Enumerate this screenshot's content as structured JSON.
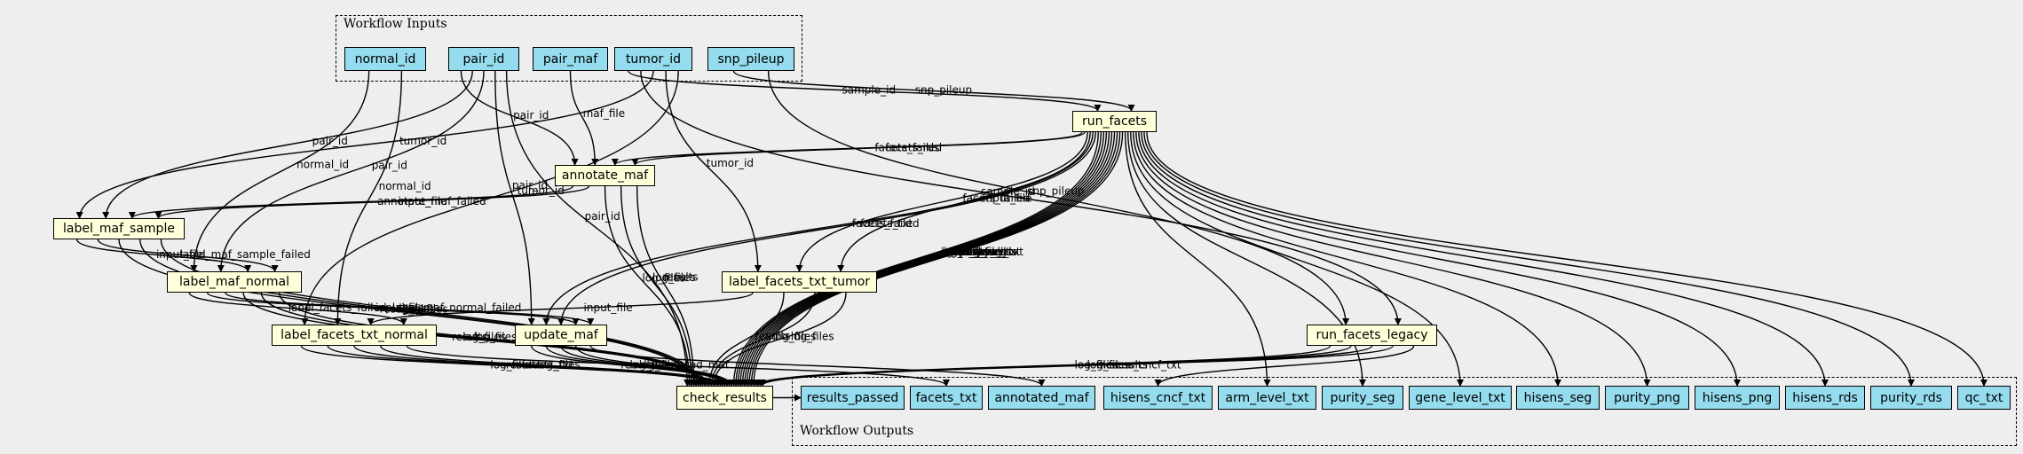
{
  "clusters": {
    "inputs_label": "Workflow Inputs",
    "outputs_label": "Workflow Outputs"
  },
  "inputs": [
    {
      "id": "normal_id",
      "label": "normal_id"
    },
    {
      "id": "pair_id",
      "label": "pair_id"
    },
    {
      "id": "pair_maf",
      "label": "pair_maf"
    },
    {
      "id": "tumor_id",
      "label": "tumor_id"
    },
    {
      "id": "snp_pileup",
      "label": "snp_pileup"
    }
  ],
  "steps": [
    {
      "id": "run_facets",
      "label": "run_facets"
    },
    {
      "id": "annotate_maf",
      "label": "annotate_maf"
    },
    {
      "id": "label_maf_sample",
      "label": "label_maf_sample"
    },
    {
      "id": "label_maf_normal",
      "label": "label_maf_normal"
    },
    {
      "id": "label_facets_txt_tumor",
      "label": "label_facets_txt_tumor"
    },
    {
      "id": "label_facets_txt_normal",
      "label": "label_facets_txt_normal"
    },
    {
      "id": "update_maf",
      "label": "update_maf"
    },
    {
      "id": "run_facets_legacy",
      "label": "run_facets_legacy"
    },
    {
      "id": "check_results",
      "label": "check_results"
    }
  ],
  "outputs": [
    {
      "id": "results_passed",
      "label": "results_passed"
    },
    {
      "id": "facets_txt",
      "label": "facets_txt"
    },
    {
      "id": "annotated_maf",
      "label": "annotated_maf"
    },
    {
      "id": "hisens_cncf_txt",
      "label": "hisens_cncf_txt"
    },
    {
      "id": "arm_level_txt",
      "label": "arm_level_txt"
    },
    {
      "id": "purity_seg",
      "label": "purity_seg"
    },
    {
      "id": "gene_level_txt",
      "label": "gene_level_txt"
    },
    {
      "id": "hisens_seg",
      "label": "hisens_seg"
    },
    {
      "id": "purity_png",
      "label": "purity_png"
    },
    {
      "id": "hisens_png",
      "label": "hisens_png"
    },
    {
      "id": "hisens_rds",
      "label": "hisens_rds"
    },
    {
      "id": "purity_rds",
      "label": "purity_rds"
    },
    {
      "id": "qc_txt",
      "label": "qc_txt"
    }
  ],
  "edges": [
    {
      "from": "tumor_id",
      "to": "run_facets",
      "label": "sample_id"
    },
    {
      "from": "snp_pileup",
      "to": "run_facets",
      "label": "snp_pileup"
    },
    {
      "from": "snp_pileup",
      "to": "run_facets_legacy",
      "label": "snp_pileup"
    },
    {
      "from": "tumor_id",
      "to": "run_facets_legacy",
      "label": "sample_id"
    },
    {
      "from": "pair_id",
      "to": "annotate_maf",
      "label": "pair_id"
    },
    {
      "from": "pair_maf",
      "to": "annotate_maf",
      "label": "maf_file"
    },
    {
      "from": "run_facets",
      "to": "annotate_maf",
      "label": "facets_failed"
    },
    {
      "from": "run_facets",
      "to": "annotate_maf",
      "label": "facets_rds"
    },
    {
      "from": "tumor_id",
      "to": "label_maf_sample",
      "label": "tumor_id"
    },
    {
      "from": "pair_id",
      "to": "label_maf_sample",
      "label": "pair_id"
    },
    {
      "from": "annotate_maf",
      "to": "label_maf_sample",
      "label": "annotate_maf_failed"
    },
    {
      "from": "annotate_maf",
      "to": "label_maf_sample",
      "label": "input_file"
    },
    {
      "from": "normal_id",
      "to": "label_maf_normal",
      "label": "normal_id"
    },
    {
      "from": "pair_id",
      "to": "label_maf_normal",
      "label": "pair_id"
    },
    {
      "from": "label_maf_sample",
      "to": "label_maf_normal",
      "label": "input_file"
    },
    {
      "from": "label_maf_sample",
      "to": "label_maf_normal",
      "label": "label_maf_sample_failed"
    },
    {
      "from": "tumor_id",
      "to": "label_facets_txt_tumor",
      "label": "tumor_id"
    },
    {
      "from": "run_facets",
      "to": "label_facets_txt_tumor",
      "label": "facets_failed"
    },
    {
      "from": "run_facets",
      "to": "label_facets_txt_tumor",
      "label": "input_file"
    },
    {
      "from": "tumor_id",
      "to": "label_facets_txt_normal",
      "label": "tumor_id"
    },
    {
      "from": "normal_id",
      "to": "label_facets_txt_normal",
      "label": "normal_id"
    },
    {
      "from": "label_facets_txt_tumor",
      "to": "label_facets_txt_normal",
      "label": "input_file"
    },
    {
      "from": "label_maf_normal",
      "to": "label_facets_txt_normal",
      "label": "label_facets_failed"
    },
    {
      "from": "pair_id",
      "to": "update_maf",
      "label": "pair_id"
    },
    {
      "from": "run_facets",
      "to": "update_maf",
      "label": "facets_failed"
    },
    {
      "from": "run_facets",
      "to": "update_maf",
      "label": "facets_txt"
    },
    {
      "from": "label_maf_normal",
      "to": "update_maf",
      "label": "input_file"
    },
    {
      "from": "label_maf_normal",
      "to": "update_maf",
      "label": "label_maf_normal_failed"
    },
    {
      "from": "pair_id",
      "to": "check_results",
      "label": "pair_id"
    },
    {
      "from": "annotate_maf",
      "to": "check_results",
      "label": "log_files"
    },
    {
      "from": "annotate_maf",
      "to": "check_results",
      "label": "log_files"
    },
    {
      "from": "annotate_maf",
      "to": "check_results",
      "label": "results"
    },
    {
      "from": "label_maf_sample",
      "to": "check_results",
      "label": "results"
    },
    {
      "from": "label_maf_sample",
      "to": "check_results",
      "label": "log_files"
    },
    {
      "from": "label_maf_sample",
      "to": "check_results",
      "label": "log_files"
    },
    {
      "from": "label_maf_normal",
      "to": "check_results",
      "label": "results"
    },
    {
      "from": "label_maf_normal",
      "to": "check_results",
      "label": "log_files"
    },
    {
      "from": "label_maf_normal",
      "to": "check_results",
      "label": "log_files"
    },
    {
      "from": "label_facets_txt_tumor",
      "to": "check_results",
      "label": "results"
    },
    {
      "from": "label_facets_txt_tumor",
      "to": "check_results",
      "label": "log_files"
    },
    {
      "from": "label_facets_txt_tumor",
      "to": "check_results",
      "label": "log_files"
    },
    {
      "from": "label_facets_txt_normal",
      "to": "check_results",
      "label": "log_files"
    },
    {
      "from": "label_facets_txt_normal",
      "to": "check_results",
      "label": "results"
    },
    {
      "from": "label_facets_txt_normal",
      "to": "check_results",
      "label": "facets_txt"
    },
    {
      "from": "label_facets_txt_normal",
      "to": "check_results",
      "label": "log_files"
    },
    {
      "from": "update_maf",
      "to": "check_results",
      "label": "results"
    },
    {
      "from": "update_maf",
      "to": "check_results",
      "label": "log_files"
    },
    {
      "from": "update_maf",
      "to": "check_results",
      "label": "log_files"
    },
    {
      "from": "update_maf",
      "to": "check_results",
      "label": "annotated_maf"
    },
    {
      "from": "run_facets",
      "to": "check_results",
      "label": "log_files"
    },
    {
      "from": "run_facets",
      "to": "check_results",
      "label": "hisens_seg"
    },
    {
      "from": "run_facets",
      "to": "check_results",
      "label": "gene_level_txt"
    },
    {
      "from": "run_facets",
      "to": "check_results",
      "label": "arm_level_txt"
    },
    {
      "from": "run_facets",
      "to": "check_results",
      "label": "purity_seg"
    },
    {
      "from": "run_facets",
      "to": "check_results",
      "label": "results"
    },
    {
      "from": "run_facets",
      "to": "check_results",
      "label": "qc_txt"
    },
    {
      "from": "run_facets",
      "to": "check_results",
      "label": "purity_rds"
    },
    {
      "from": "run_facets",
      "to": "check_results",
      "label": "hisens_rds"
    },
    {
      "from": "run_facets",
      "to": "check_results",
      "label": "log_files"
    },
    {
      "from": "run_facets_legacy",
      "to": "check_results",
      "label": "log_files"
    },
    {
      "from": "run_facets_legacy",
      "to": "check_results",
      "label": "log_files"
    },
    {
      "from": "run_facets_legacy",
      "to": "check_results",
      "label": "hisens_cncf_txt"
    },
    {
      "from": "run_facets_legacy",
      "to": "check_results",
      "label": "results"
    },
    {
      "from": "check_results",
      "to": "results_passed",
      "label": ""
    },
    {
      "from": "update_maf",
      "to": "annotated_maf",
      "label": ""
    },
    {
      "from": "label_facets_txt_normal",
      "to": "facets_txt",
      "label": ""
    },
    {
      "from": "run_facets_legacy",
      "to": "hisens_cncf_txt",
      "label": ""
    },
    {
      "from": "run_facets",
      "to": "arm_level_txt",
      "label": ""
    },
    {
      "from": "run_facets",
      "to": "purity_seg",
      "label": ""
    },
    {
      "from": "run_facets",
      "to": "gene_level_txt",
      "label": ""
    },
    {
      "from": "run_facets",
      "to": "hisens_seg",
      "label": ""
    },
    {
      "from": "run_facets",
      "to": "purity_png",
      "label": ""
    },
    {
      "from": "run_facets",
      "to": "hisens_png",
      "label": ""
    },
    {
      "from": "run_facets",
      "to": "hisens_rds",
      "label": ""
    },
    {
      "from": "run_facets",
      "to": "purity_rds",
      "label": ""
    },
    {
      "from": "run_facets",
      "to": "qc_txt",
      "label": ""
    }
  ]
}
